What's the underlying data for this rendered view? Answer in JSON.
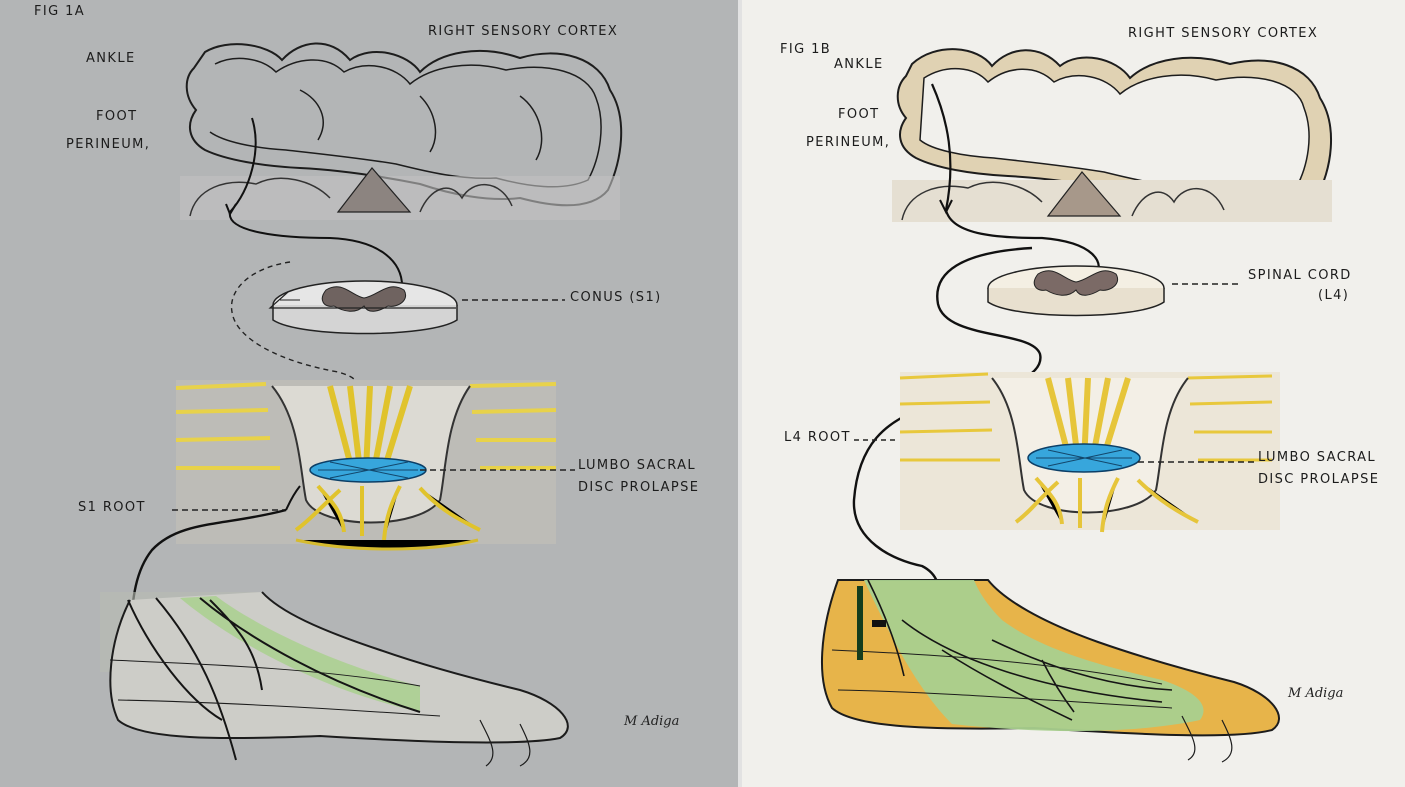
{
  "figure_a": {
    "fig_label": "FIG 1A",
    "title": "RIGHT SENSORY CORTEX",
    "ankle": "ANKLE",
    "foot": "FOOT",
    "perineum": "PERINEUM,",
    "cord_label": "CONUS (S1)",
    "disc_label_1": "LUMBO SACRAL",
    "disc_label_2": "DISC PROLAPSE",
    "root_label": "S1 ROOT",
    "signature": "M Adiga"
  },
  "figure_b": {
    "fig_label": "FIG 1B",
    "title": "RIGHT SENSORY CORTEX",
    "ankle": "ANKLE",
    "foot": "FOOT",
    "perineum": "PERINEUM,",
    "cord_label_1": "SPINAL CORD",
    "cord_label_2": "(L4)",
    "root_label": "L4 ROOT",
    "disc_label_1": "LUMBO SACRAL",
    "disc_label_2": "DISC PROLAPSE",
    "signature": "M Adiga"
  },
  "colors": {
    "panel_a_bg": "#b3b5b6",
    "panel_b_bg": "#f1f0ec",
    "cortex_b": "#e0d2b3",
    "gray_matter": "#7b6a66",
    "nerve_yellow": "#e8d24a",
    "disc_blue": "#37a6dc",
    "dermatome_green": "#a9d08e",
    "foot_orange": "#e7b44a",
    "nerve_line": "#161616"
  }
}
